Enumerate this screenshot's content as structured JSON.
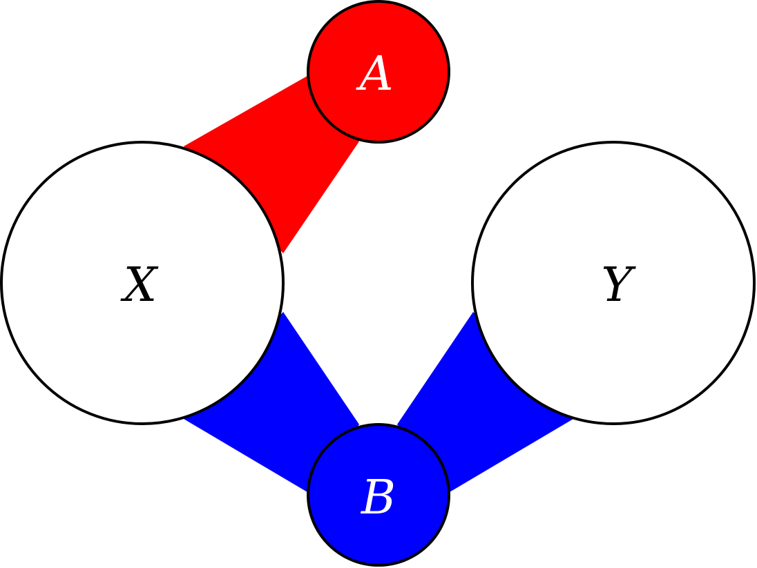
{
  "nodes": {
    "X": {
      "label": "X",
      "fill": "#ffffff",
      "text_color": "#000000"
    },
    "Y": {
      "label": "Y",
      "fill": "#ffffff",
      "text_color": "#000000"
    },
    "A": {
      "label": "A",
      "fill": "#ff0000",
      "text_color": "#ffffff"
    },
    "B": {
      "label": "B",
      "fill": "#0000ff",
      "text_color": "#ffffff"
    }
  },
  "edges": [
    {
      "from": "X",
      "to": "A",
      "color": "#ff0000"
    },
    {
      "from": "X",
      "to": "B",
      "color": "#0000ff"
    },
    {
      "from": "Y",
      "to": "B",
      "color": "#0000ff"
    }
  ],
  "stroke_color": "#000000"
}
